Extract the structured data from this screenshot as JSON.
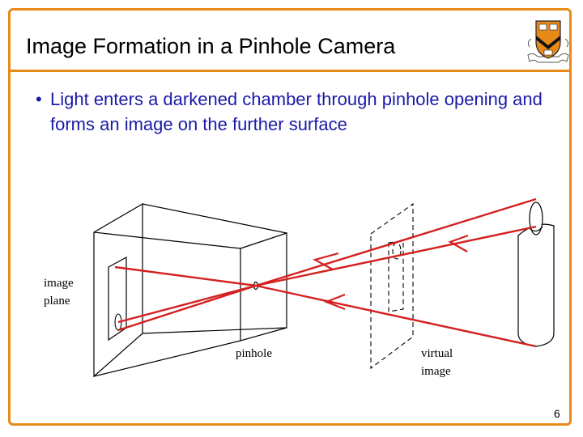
{
  "slide": {
    "title": "Image Formation in a Pinhole Camera",
    "bullet": "Light enters a darkened chamber through pinhole opening and forms an image on the further surface",
    "bullet_marker": "•",
    "page_number": "6",
    "accent_color": "#e88a1a",
    "bullet_color": "#1a1aa8"
  },
  "diagram": {
    "labels": {
      "image_plane_1": "image",
      "image_plane_2": "plane",
      "pinhole": "pinhole",
      "virtual_image_1": "virtual",
      "virtual_image_2": "image"
    },
    "ray_color": "#d42020"
  },
  "logo": {
    "icon": "princeton-shield-icon"
  }
}
